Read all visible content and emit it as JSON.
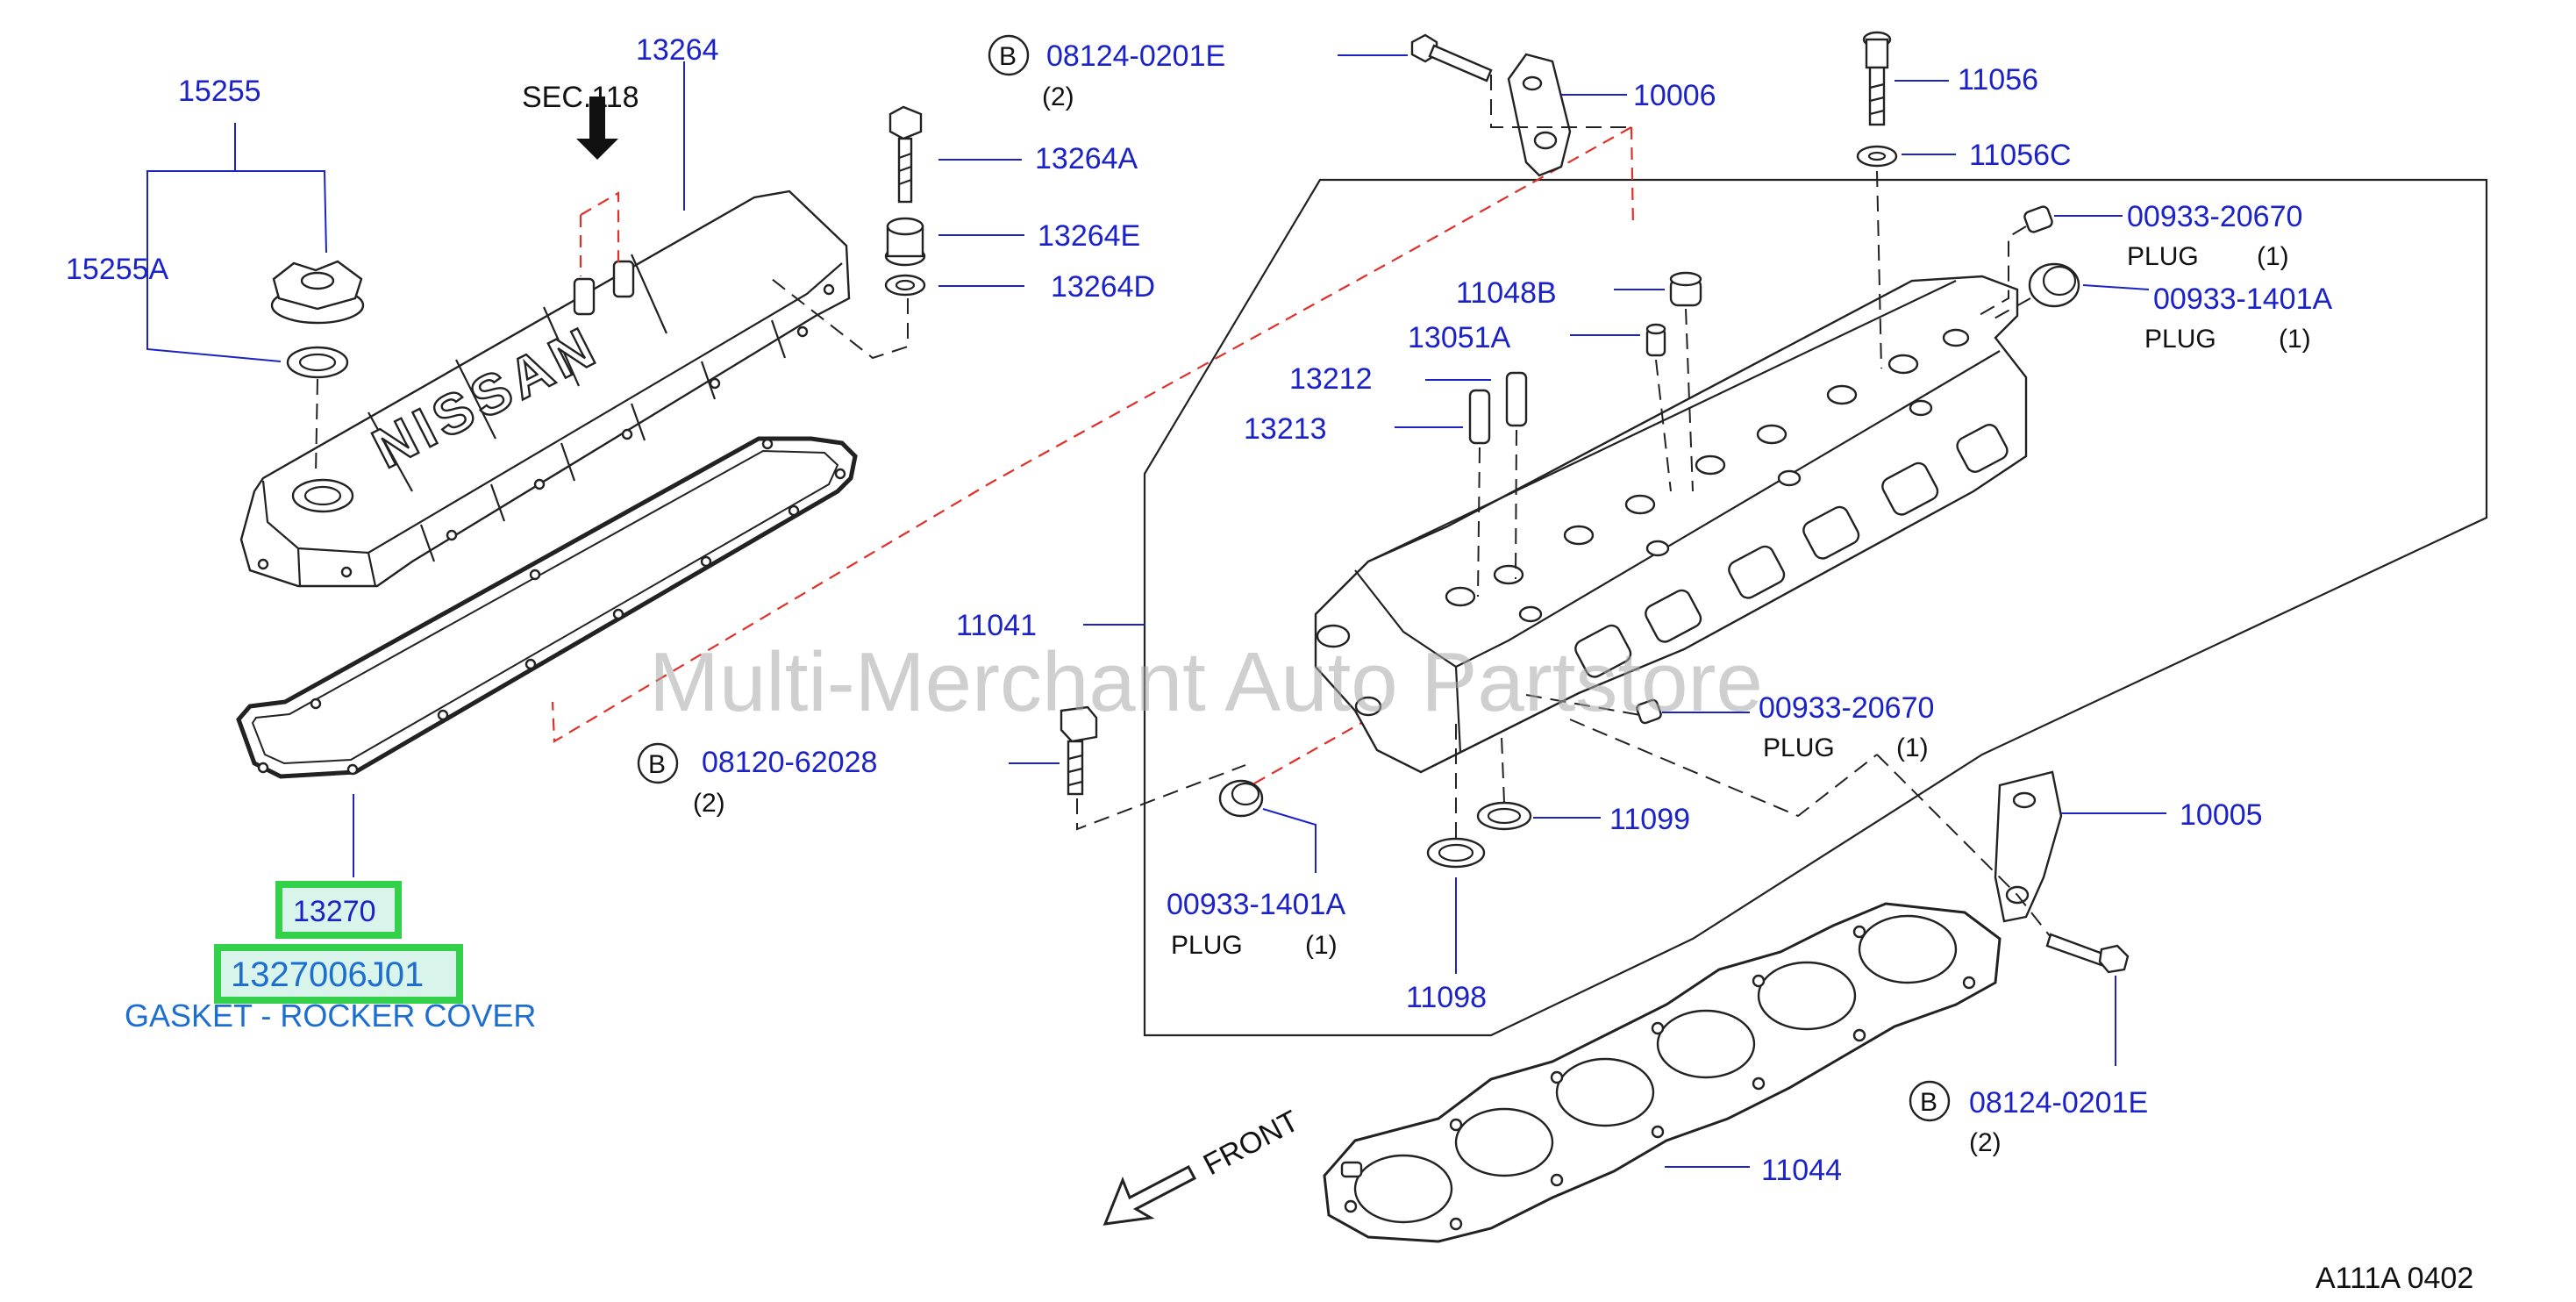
{
  "diagram": {
    "watermark": "Multi-Merchant Auto Partstore",
    "footer_code": "A111A  0402",
    "front_label": "FRONT",
    "section_ref": "SEC.118",
    "bolt_prefix": "B",
    "highlight": {
      "part_number": "13270",
      "oem_number": "1327006J01",
      "description": "GASKET - ROCKER COVER"
    },
    "labels": {
      "p15255": "15255",
      "p15255A": "15255A",
      "p13264": "13264",
      "p13264A": "13264A",
      "p13264E": "13264E",
      "p13264D": "13264D",
      "p08124_top": "08124-0201E",
      "p08124_top_qty": "(2)",
      "p10006": "10006",
      "p11056": "11056",
      "p11056C": "11056C",
      "p00933_20670_top": "00933-20670",
      "plug_top_1": "PLUG",
      "plug_top_1_qty": "(1)",
      "p00933_1401A_top": "00933-1401A",
      "plug_top_2": "PLUG",
      "plug_top_2_qty": "(1)",
      "p11048B": "11048B",
      "p13051A": "13051A",
      "p13212": "13212",
      "p13213": "13213",
      "p11041": "11041",
      "p08120": "08120-62028",
      "p08120_qty": "(2)",
      "p00933_20670_mid": "00933-20670",
      "plug_mid": "PLUG",
      "plug_mid_qty": "(1)",
      "p11099": "11099",
      "p10005": "10005",
      "p00933_1401A_low": "00933-1401A",
      "plug_low": "PLUG",
      "plug_low_qty": "(1)",
      "p11098": "11098",
      "p08124_low": "08124-0201E",
      "p08124_low_qty": "(2)",
      "p11044": "11044",
      "brand_on_cover": "NISSAN"
    }
  }
}
